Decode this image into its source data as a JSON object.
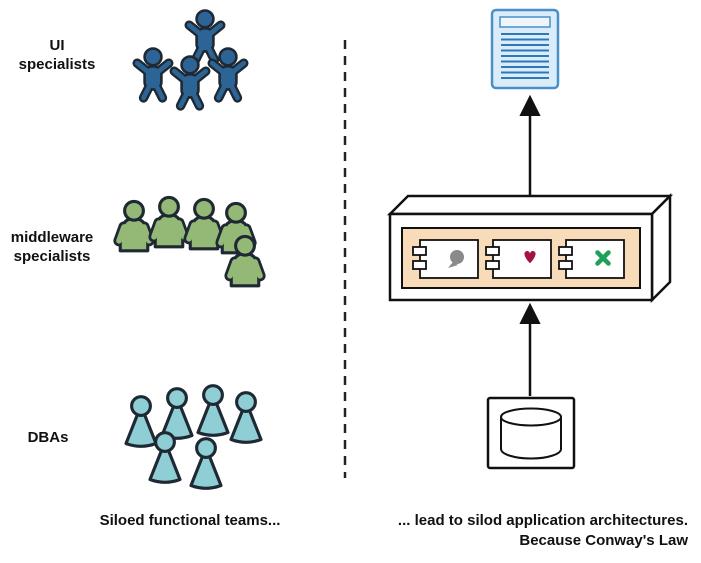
{
  "labels": {
    "ui": "UI\nspecialists",
    "middleware": "middleware\nspecialists",
    "dbas": "DBAs"
  },
  "captions": {
    "left": "Siloed functional teams...",
    "right_line1": "... lead to silod application architectures.",
    "right_line2": "Because Conway's Law"
  },
  "colors": {
    "ui_team": "#2d6496",
    "middleware_team": "#94b977",
    "dba_team": "#90ced6",
    "container_strip": "#f8dcba",
    "document_border": "#4a8fc7",
    "document_fill": "#d9ecf8",
    "document_header": "#eef6fc",
    "document_lines": "#2e78b8",
    "component_icon_1": "#8a8a8a",
    "component_icon_2": "#a31240",
    "component_icon_3": "#1fa05a"
  },
  "icons": {
    "teams": [
      "ui-team-people-icon",
      "middleware-team-people-icon",
      "dba-team-people-icon"
    ],
    "document": "document-icon",
    "components": [
      "gray-blob-icon",
      "heart-icon",
      "cross-icon"
    ],
    "database": "database-cylinder-icon"
  }
}
